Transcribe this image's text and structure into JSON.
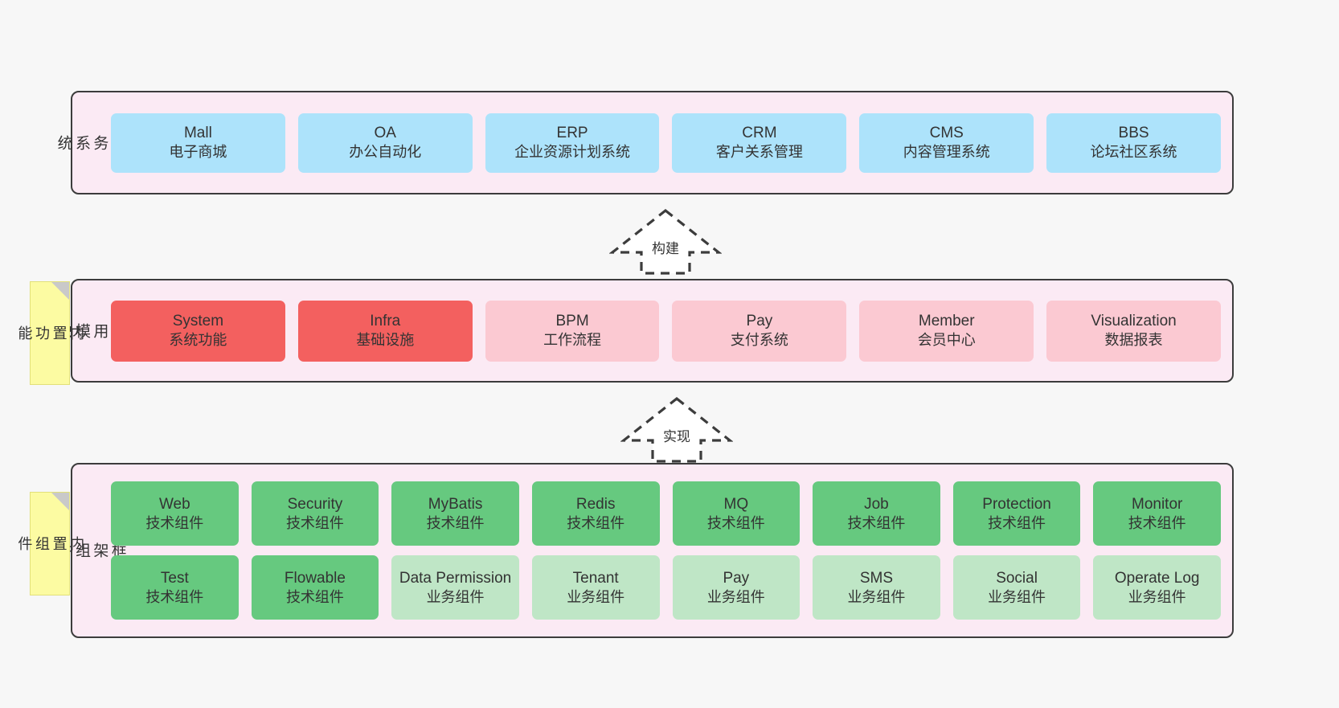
{
  "layers": [
    {
      "id": "business",
      "title": "业\n务\n系\n统",
      "cards": [
        {
          "t1": "Mall",
          "t2": "电子商城"
        },
        {
          "t1": "OA",
          "t2": "办公自动化"
        },
        {
          "t1": "ERP",
          "t2": "企业资源计划系统"
        },
        {
          "t1": "CRM",
          "t2": "客户关系管理"
        },
        {
          "t1": "CMS",
          "t2": "内容管理系统"
        },
        {
          "t1": "BBS",
          "t2": "论坛社区系统"
        }
      ]
    },
    {
      "id": "modules",
      "title": "通\n用\n模\n块",
      "cards": [
        {
          "t1": "System",
          "t2": "系统功能"
        },
        {
          "t1": "Infra",
          "t2": "基础设施"
        },
        {
          "t1": "BPM",
          "t2": "工作流程"
        },
        {
          "t1": "Pay",
          "t2": "支付系统"
        },
        {
          "t1": "Member",
          "t2": "会员中心"
        },
        {
          "t1": "Visualization",
          "t2": "数据报表"
        }
      ]
    },
    {
      "id": "framework",
      "title": "框\n架\n组\n件",
      "row1": [
        {
          "t1": "Web",
          "t2": "技术组件"
        },
        {
          "t1": "Security",
          "t2": "技术组件"
        },
        {
          "t1": "MyBatis",
          "t2": "技术组件"
        },
        {
          "t1": "Redis",
          "t2": "技术组件"
        },
        {
          "t1": "MQ",
          "t2": "技术组件"
        },
        {
          "t1": "Job",
          "t2": "技术组件"
        },
        {
          "t1": "Protection",
          "t2": "技术组件"
        },
        {
          "t1": "Monitor",
          "t2": "技术组件"
        }
      ],
      "row2": [
        {
          "t1": "Test",
          "t2": "技术组件"
        },
        {
          "t1": "Flowable",
          "t2": "技术组件"
        },
        {
          "t1": "Data Permission",
          "t2": "业务组件"
        },
        {
          "t1": "Tenant",
          "t2": "业务组件"
        },
        {
          "t1": "Pay",
          "t2": "业务组件"
        },
        {
          "t1": "SMS",
          "t2": "业务组件"
        },
        {
          "t1": "Social",
          "t2": "业务组件"
        },
        {
          "t1": "Operate Log",
          "t2": "业务组件"
        }
      ]
    }
  ],
  "stickies": {
    "modules": "内\n置\n功\n能",
    "framework": "内\n置\n组\n件"
  },
  "arrows": {
    "build": "构建",
    "implement": "实现"
  },
  "colors": {
    "background": "#f7f7f7",
    "layer_fill": "#fbeaf4",
    "layer_border": "#3c3c3c",
    "blue": "#ade3fb",
    "red_strong": "#f3605f",
    "red_light": "#fbc9d2",
    "green_strong": "#66c97f",
    "green_light": "#bfe6c6",
    "sticky": "#fcfba2",
    "sticky_fold": "#c9c9c9"
  }
}
